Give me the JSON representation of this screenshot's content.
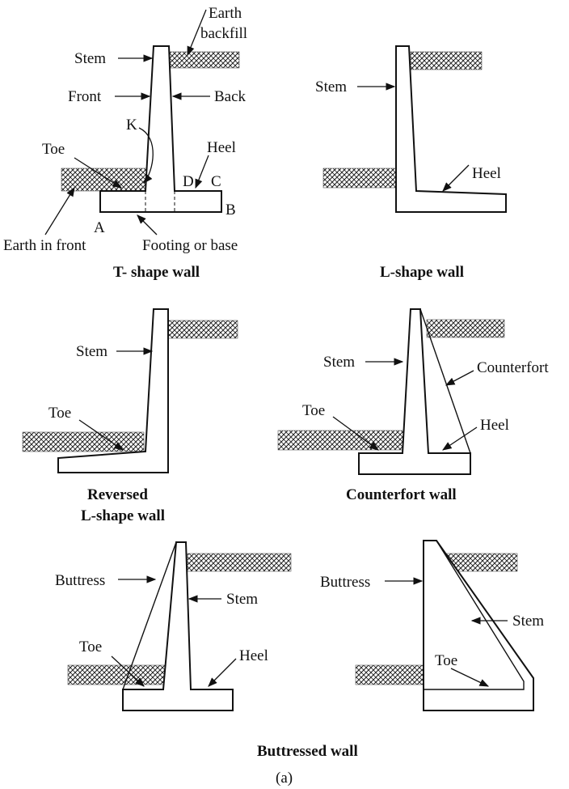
{
  "diagram": {
    "t_shape": {
      "caption": "T- shape wall",
      "labels": {
        "earth_backfill_1": "Earth",
        "earth_backfill_2": "backfill",
        "stem": "Stem",
        "front": "Front",
        "back": "Back",
        "k": "K",
        "toe": "Toe",
        "heel": "Heel",
        "d": "D",
        "c": "C",
        "b": "B",
        "a": "A",
        "earth_in_front": "Earth in front",
        "footing": "Footing or base"
      }
    },
    "l_shape": {
      "caption": "L-shape wall",
      "labels": {
        "stem": "Stem",
        "heel": "Heel"
      }
    },
    "reversed_l": {
      "caption_line1": "Reversed",
      "caption_line2": "L-shape wall",
      "labels": {
        "stem": "Stem",
        "toe": "Toe"
      }
    },
    "counterfort": {
      "caption": "Counterfort wall",
      "labels": {
        "stem": "Stem",
        "counterfort": "Counterfort",
        "toe": "Toe",
        "heel": "Heel"
      }
    },
    "buttressed": {
      "caption": "Buttressed wall",
      "left": {
        "buttress": "Buttress",
        "stem": "Stem",
        "toe": "Toe",
        "heel": "Heel"
      },
      "right": {
        "buttress": "Buttress",
        "stem": "Stem",
        "toe": "Toe"
      }
    },
    "part_label": "(a)"
  }
}
